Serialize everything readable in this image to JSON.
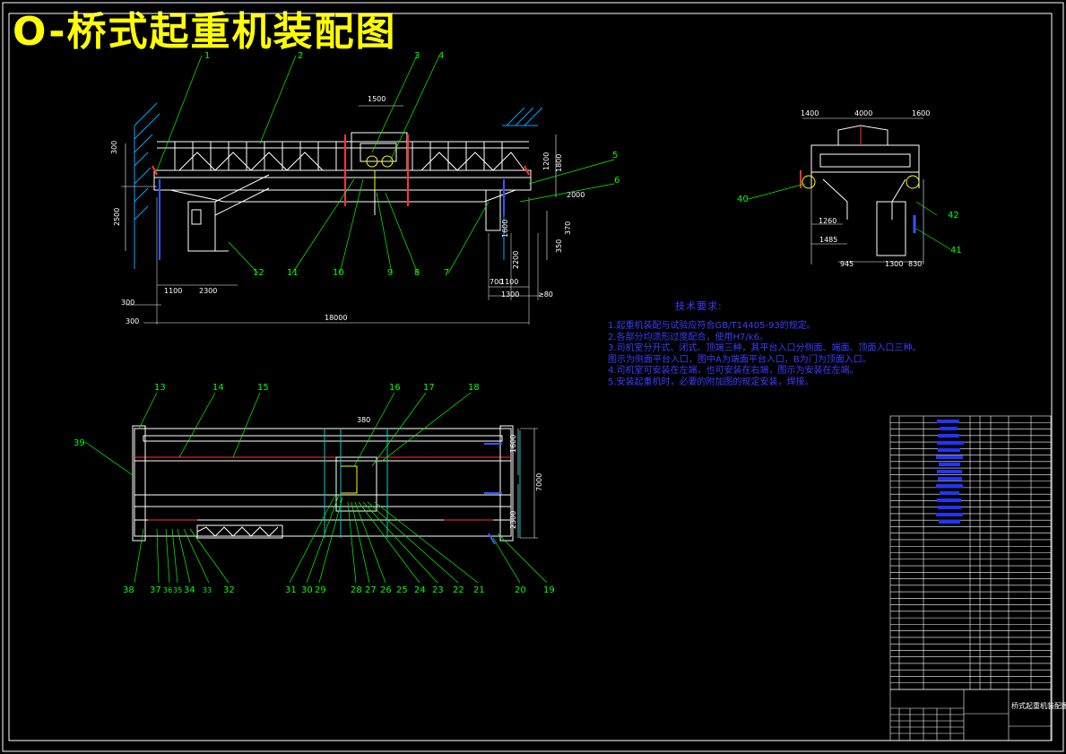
{
  "title": "O-桥式起重机装配图",
  "tech_requirements": {
    "heading": "技术要求:",
    "lines": [
      "1.起重机装配与试验应符合GB/T14405-93的规定。",
      "2.各部分均须形过度配合，使用H7/k6。",
      "3.司机室分开式、闭式、顶端三种，其平台入口分侧面、端面、顶面入口三种。",
      "  图示为侧面平台入口，图中A为端面平台入口，B为门为顶面入口。",
      "4.司机室可安装在左端，也可安装在右端，图示为安装在左端。",
      "5.安装起重机时，必要的附加图的规定安装，焊接。"
    ]
  },
  "front_view": {
    "dims": [
      "300",
      "2500",
      "1500",
      "1100",
      "2300",
      "300",
      "300",
      "18000",
      "1200",
      "1800",
      "2000",
      "350",
      "370",
      "1600",
      "2200",
      "700",
      "1100",
      "1300",
      "≥80"
    ],
    "labels": [
      "1",
      "2",
      "3",
      "4",
      "5",
      "6",
      "7",
      "8",
      "9",
      "10",
      "11",
      "12"
    ]
  },
  "side_view": {
    "dims": [
      "1400",
      "4000",
      "1600",
      "1260",
      "1485",
      "945",
      "1300",
      "830"
    ],
    "labels": [
      "40",
      "42",
      "41"
    ]
  },
  "top_view": {
    "dims": [
      "380",
      "1600",
      "7000",
      "2300"
    ],
    "labels_top": [
      "13",
      "14",
      "15",
      "16",
      "17",
      "18",
      "39"
    ],
    "labels_bottom": [
      "38",
      "37",
      "36",
      "35",
      "34",
      "33",
      "32",
      "31",
      "30",
      "29",
      "28",
      "27",
      "26",
      "25",
      "24",
      "23",
      "22",
      "21",
      "20",
      "19"
    ]
  },
  "title_block": {
    "drawing_name": "桥式起重机装配图",
    "rows": 42
  }
}
